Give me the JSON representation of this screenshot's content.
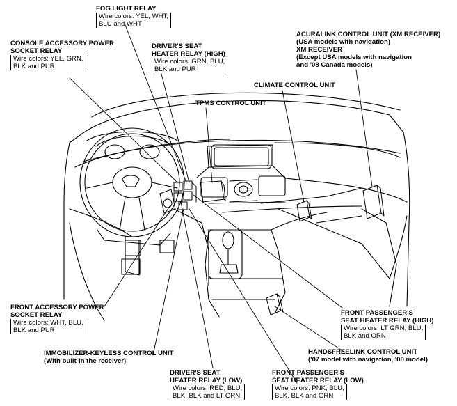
{
  "labels": {
    "fog_light_relay": {
      "title": "FOG LIGHT RELAY",
      "wires": [
        "Wire colors: YEL, WHT,",
        "BLU and WHT"
      ]
    },
    "console_accessory": {
      "title": [
        "CONSOLE ACCESSORY POWER",
        "SOCKET RELAY"
      ],
      "wires": [
        "Wire colors: YEL, GRN,",
        "BLK and PUR"
      ]
    },
    "driver_seat_high": {
      "title": [
        "DRIVER'S SEAT",
        "HEATER RELAY (HIGH)"
      ],
      "wires": [
        "Wire colors: GRN, BLU,",
        "BLK and PUR"
      ]
    },
    "acuralink": {
      "title": [
        "ACURALINK CONTROL UNIT (XM RECEIVER)",
        "(USA models with navigation)",
        "XM RECEIVER",
        "(Except USA models with navigation",
        "and '08 Canada models)"
      ]
    },
    "climate_control": {
      "title": "CLIMATE CONTROL UNIT"
    },
    "tpms": {
      "title": "TPMS CONTROL UNIT"
    },
    "front_accessory": {
      "title": [
        "FRONT ACCESSORY POWER",
        "SOCKET RELAY"
      ],
      "wires": [
        "Wire colors: WHT, BLU,",
        "BLK and PUR"
      ]
    },
    "front_pass_high": {
      "title": [
        "FRONT PASSENGER'S",
        "SEAT HEATER RELAY (HIGH)"
      ],
      "wires": [
        "Wire colors: LT GRN, BLU,",
        "BLK and ORN"
      ]
    },
    "immobilizer": {
      "title": [
        "IMMOBILIZER-KEYLESS CONTROL UNIT",
        "(With built-in the receiver)"
      ]
    },
    "handsfreelink": {
      "title": [
        "HANDSFREELINK CONTROL UNIT",
        "('07 model with navigation, '08 model)"
      ]
    },
    "driver_seat_low": {
      "title": [
        "DRIVER'S SEAT",
        "HEATER RELAY (LOW)"
      ],
      "wires": [
        "Wire colors: RED, BLU,",
        "BLK, BLK and LT GRN"
      ]
    },
    "front_pass_low": {
      "title": [
        "FRONT PASSENGER'S",
        "SEAT HEATER RELAY (LOW)"
      ],
      "wires": [
        "Wire colors: PNK, BLU,",
        "BLK, BLK and GRN"
      ]
    }
  }
}
